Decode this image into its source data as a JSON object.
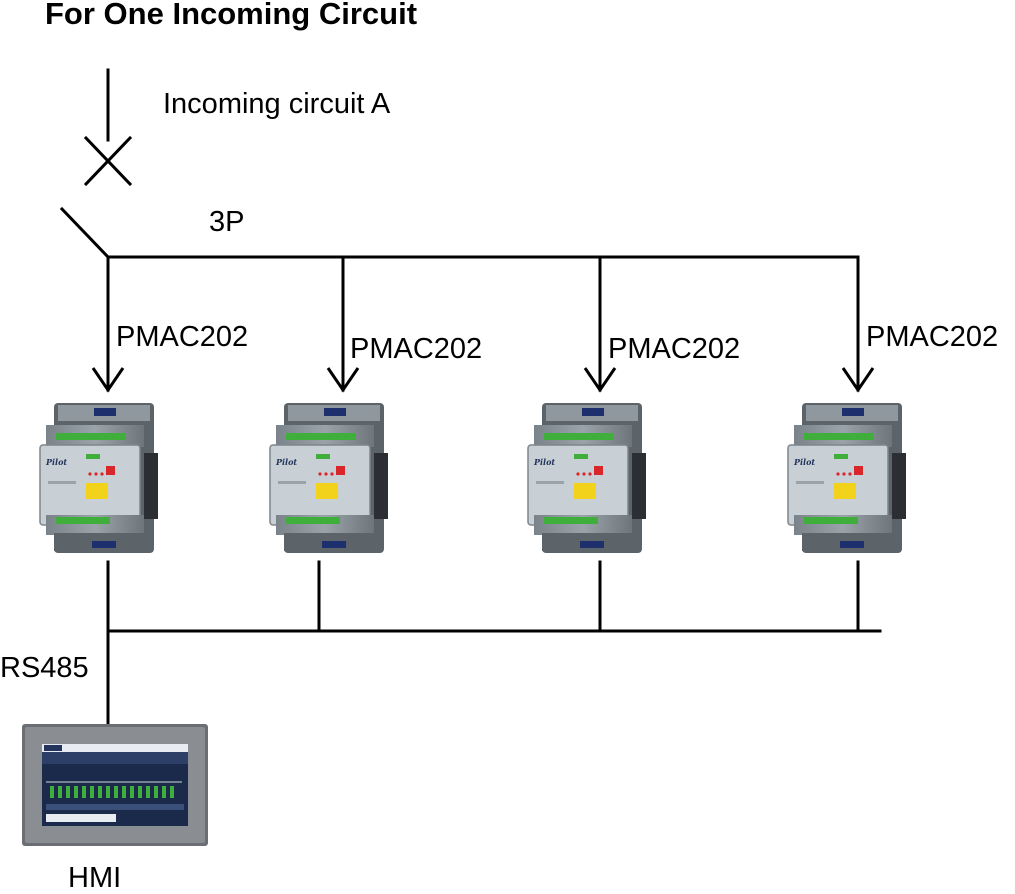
{
  "title": "For One Incoming Circuit",
  "incoming_label": "Incoming circuit A",
  "pole_label": "3P",
  "meters": [
    {
      "label": "PMAC202"
    },
    {
      "label": "PMAC202"
    },
    {
      "label": "PMAC202"
    },
    {
      "label": "PMAC202"
    }
  ],
  "bus_label": "RS485",
  "hmi_label": "HMI",
  "meter_brand": "Pilot",
  "colors": {
    "meter_body": "#8a9399",
    "meter_face": "#c9d0d5",
    "terminal_green": "#3fae3a",
    "warning_yellow": "#f2d21a",
    "button_red": "#d8262a",
    "hmi_frame": "#6b6f74",
    "hmi_screen": "#1b2a4a"
  }
}
